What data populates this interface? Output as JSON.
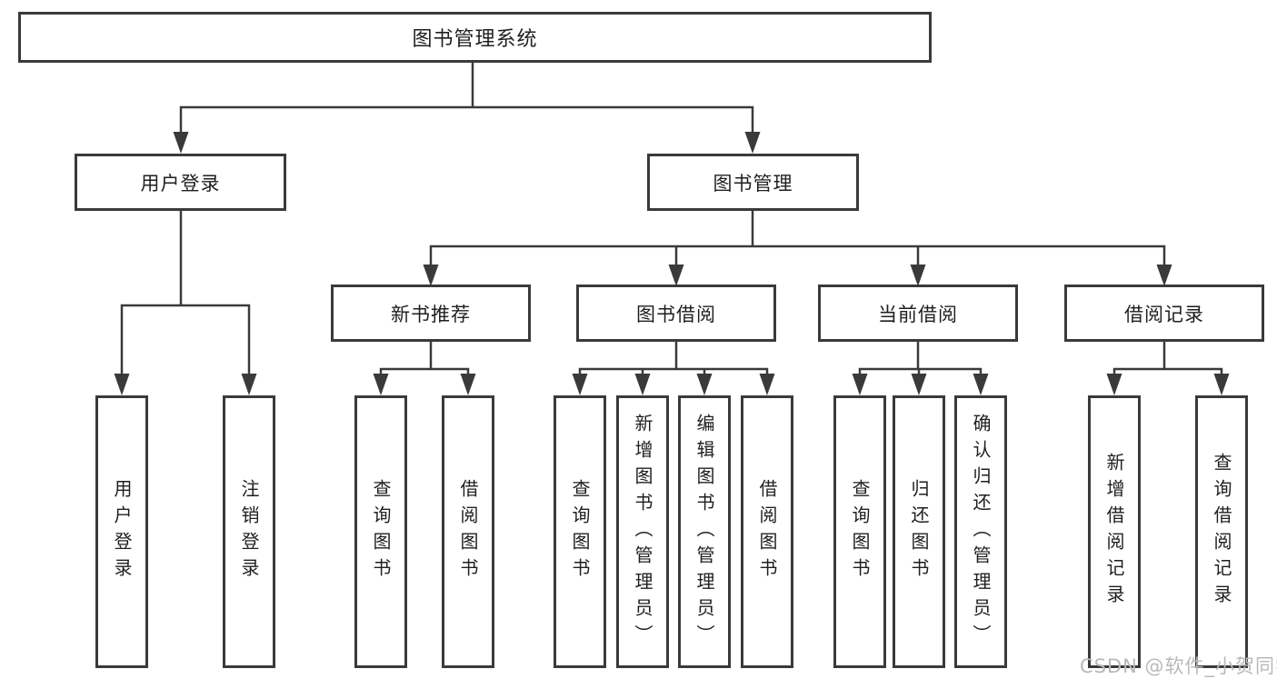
{
  "diagram": {
    "root": "图书管理系统",
    "login": {
      "label": "用户登录",
      "leaves": [
        "用户登录",
        "注销登录"
      ]
    },
    "management": {
      "label": "图书管理",
      "sections": [
        {
          "label": "新书推荐",
          "leaves": [
            "查询图书",
            "借阅图书"
          ]
        },
        {
          "label": "图书借阅",
          "leaves": [
            "查询图书",
            "新增图书（管理员）",
            "编辑图书（管理员）",
            "借阅图书"
          ]
        },
        {
          "label": "当前借阅",
          "leaves": [
            "查询图书",
            "归还图书",
            "确认归还（管理员）"
          ]
        },
        {
          "label": "借阅记录",
          "leaves": [
            "新增借阅记录",
            "查询借阅记录"
          ]
        }
      ]
    }
  },
  "watermark": "CSDN @软件_小贺同学",
  "colors": {
    "line": "#3a3a3a",
    "text": "#1f1f1f",
    "watermark": "#b9b9b9",
    "background": "#ffffff"
  }
}
